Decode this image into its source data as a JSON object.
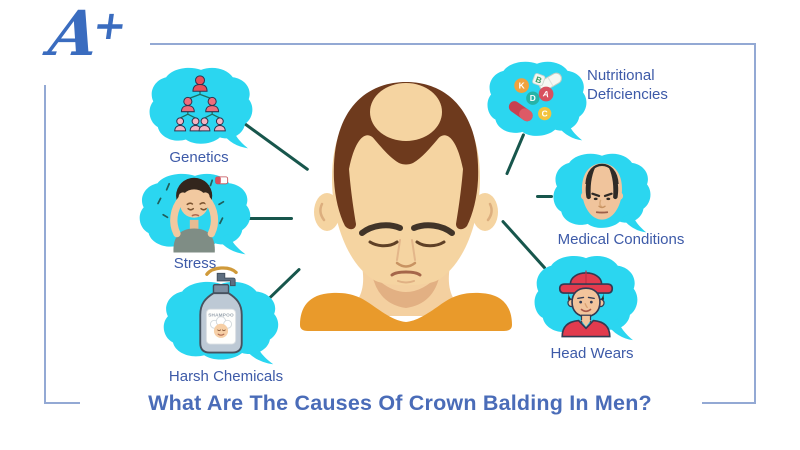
{
  "page": {
    "logo": {
      "letter": "A",
      "plus": "+"
    },
    "title": "What Are The Causes Of Crown Balding In Men?",
    "center_figure": "man-with-crown-balding"
  },
  "causes": [
    {
      "label": "Genetics",
      "icon": "family-tree-icon"
    },
    {
      "label": "Stress",
      "icon": "stressed-man-icon"
    },
    {
      "label": "Harsh Chemicals",
      "icon": "shampoo-bottle-icon",
      "bottle_text": "SHAMPOO"
    },
    {
      "label": "Nutritional Deficiencies",
      "icon": "vitamin-pills-icon",
      "letters": [
        "K",
        "B",
        "D",
        "A",
        "C"
      ]
    },
    {
      "label": "Medical Conditions",
      "icon": "balding-head-icon"
    },
    {
      "label": "Head Wears",
      "icon": "capped-man-icon"
    }
  ],
  "colors": {
    "bubble_cyan": "#2bd6f0",
    "label_blue": "#3d5aa8",
    "title_blue": "#4a6cb8",
    "connector_green": "#17564c",
    "border_blue": "#93a9d4",
    "logo_blue": "#3a6cbf",
    "skin": "#f5d4a1",
    "hair_brown": "#6e3a1d",
    "shirt_orange": "#e99a2b"
  }
}
